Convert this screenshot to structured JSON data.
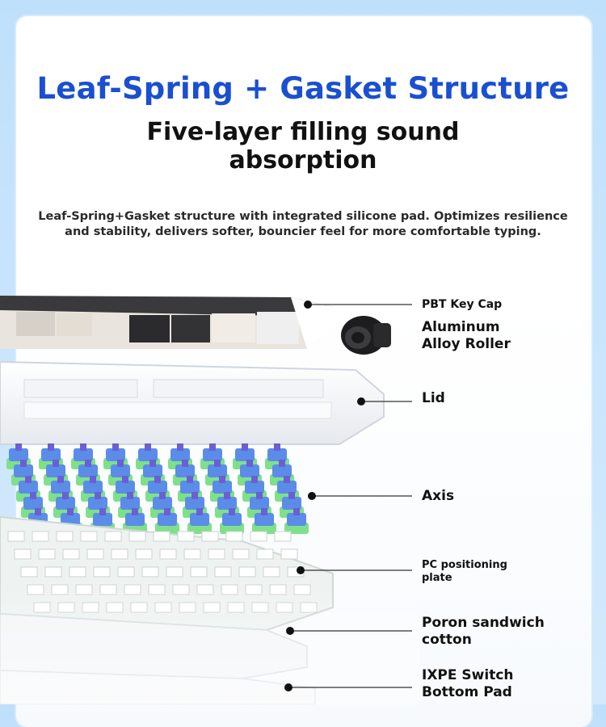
{
  "header": {
    "title": "Leaf-Spring + Gasket Structure",
    "subtitle_line1": "Five-layer filling sound",
    "subtitle_line2": "absorption",
    "description_line1": "Leaf-Spring+Gasket structure with integrated silicone pad. Optimizes resilience",
    "description_line2": "and stability, delivers softer, bouncier feel for more comfortable typing."
  },
  "layers": {
    "keycap": "PBT Key Cap",
    "roller_line1": "Aluminum",
    "roller_line2": "Alloy Roller",
    "lid": "Lid",
    "axis": "Axis",
    "plate_line1": "PC positioning",
    "plate_line2": "plate",
    "poron_line1": "Poron sandwich",
    "poron_line2": "cotton",
    "ixpe_line1": "IXPE Switch",
    "ixpe_line2": "Bottom Pad"
  },
  "colors": {
    "title": "#1a4fd1",
    "background": "#c7e4fb",
    "switch_purple": "#6a5fd3",
    "switch_green": "#7fe08a",
    "switch_blue": "#5b8de8"
  }
}
